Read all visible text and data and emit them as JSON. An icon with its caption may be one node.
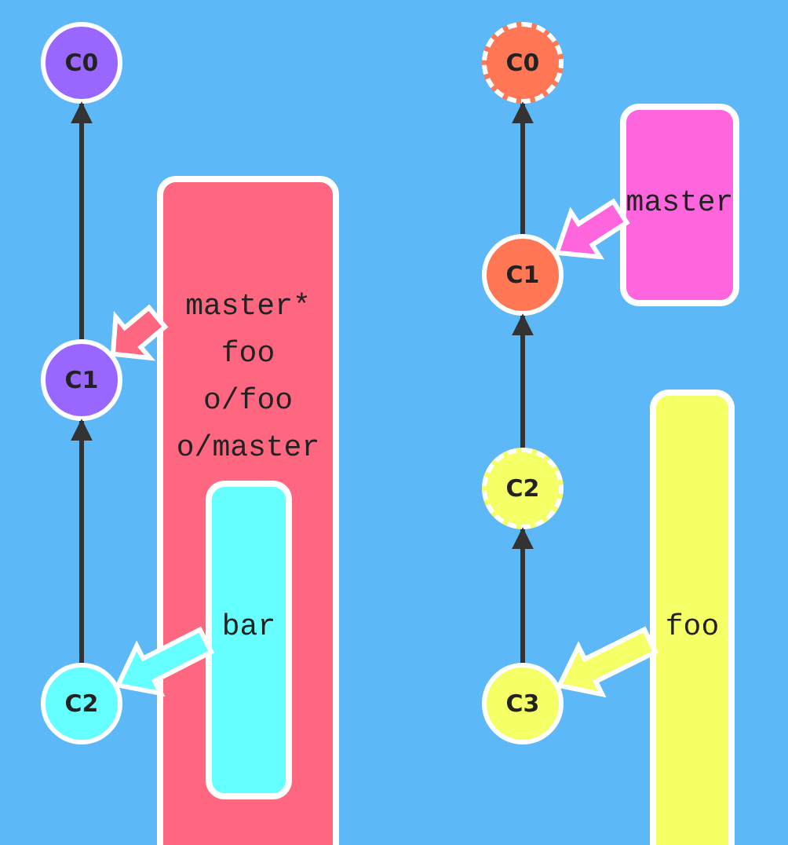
{
  "diagram": {
    "nodes": [
      {
        "text": [
          "C0"
        ]
      },
      {
        "text": [
          "C1"
        ]
      },
      {
        "text": [
          "C2"
        ]
      },
      {
        "text": [
          "master*",
          "foo",
          "o/foo",
          "o/master"
        ]
      },
      {
        "text": [
          "bar"
        ],
        "in": 3
      },
      {
        "text": [
          "C0"
        ]
      },
      {
        "text": [
          "C1"
        ]
      },
      {
        "text": [
          "C2"
        ]
      },
      {
        "text": [
          "C3"
        ]
      },
      {
        "text": [
          "master"
        ]
      },
      {
        "text": [
          "foo"
        ]
      }
    ],
    "edges": [
      {
        "from": 1,
        "to": 0,
        "arrow": "to"
      },
      {
        "from": 2,
        "to": 1,
        "arrow": "to"
      },
      {
        "from": 3,
        "to": 1,
        "arrow": "to",
        "style": "thick",
        "color": "#ff6680"
      },
      {
        "from": 4,
        "to": 2,
        "arrow": "to",
        "style": "thick",
        "color": "#66ffff"
      },
      {
        "from": 6,
        "to": 5,
        "arrow": "to"
      },
      {
        "from": 7,
        "to": 6,
        "arrow": "to"
      },
      {
        "from": 8,
        "to": 7,
        "arrow": "to"
      },
      {
        "from": 9,
        "to": 6,
        "arrow": "to",
        "style": "thick",
        "color": "#ff66dd"
      },
      {
        "from": 10,
        "to": 8,
        "arrow": "to",
        "style": "thick",
        "color": "#f5ff66"
      }
    ]
  }
}
